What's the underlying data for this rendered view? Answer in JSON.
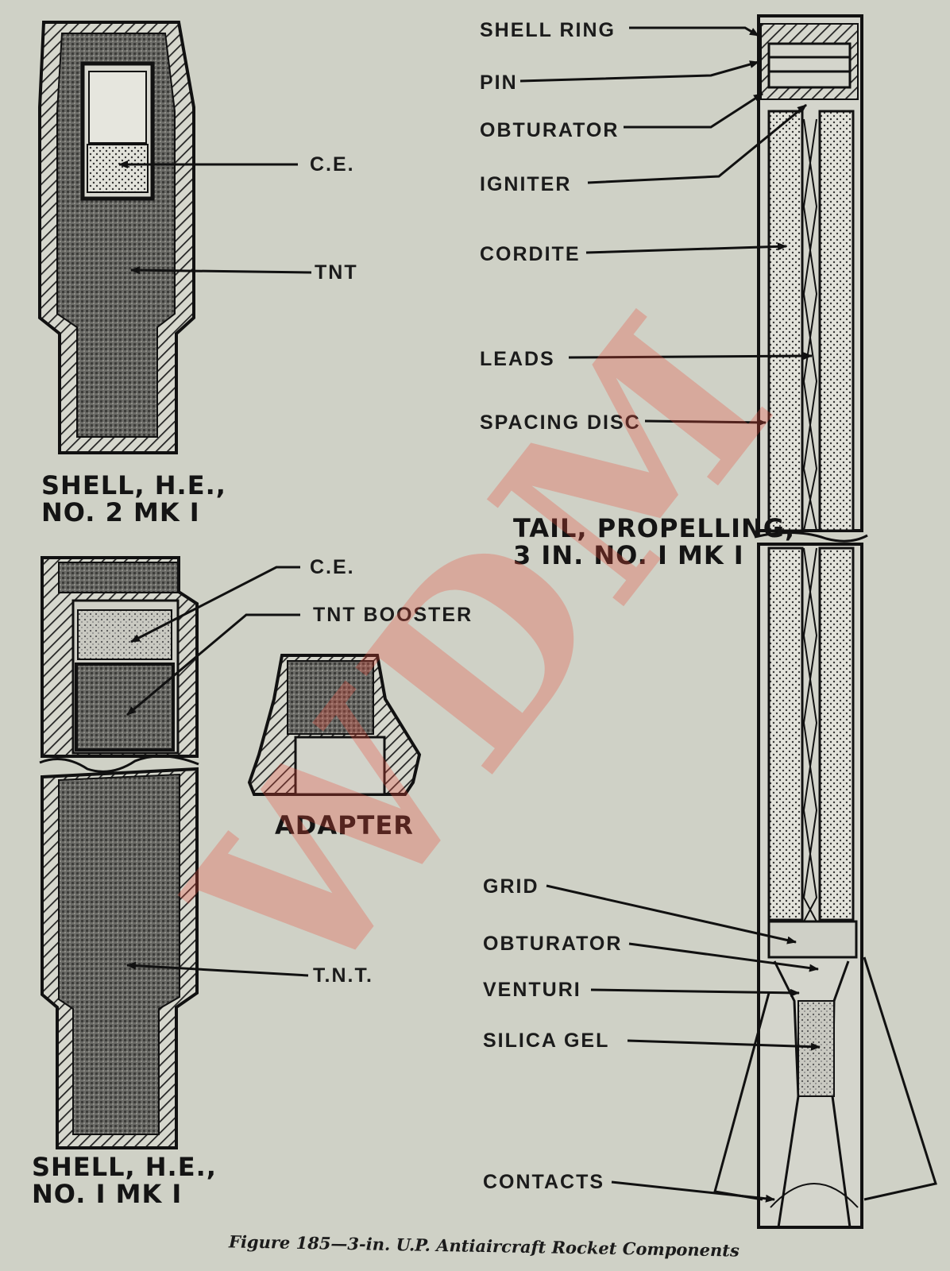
{
  "watermark": "WDM",
  "colors": {
    "paper": "#cfd1c6",
    "ink": "#1b1b1b",
    "watermark": "#eb4b3c"
  },
  "labels": {
    "shell_ring": "SHELL RING",
    "pin": "PIN",
    "obturator_top": "OBTURATOR",
    "igniter": "IGNITER",
    "cordite": "CORDITE",
    "leads": "LEADS",
    "spacing_disc": "SPACING DISC",
    "ce_top": "C.E.",
    "tnt_top": "TNT",
    "ce_bottom": "C.E.",
    "tnt_booster": "TNT BOOSTER",
    "tnt_bottom": "T.N.T.",
    "grid": "GRID",
    "obturator_bottom": "OBTURATOR",
    "venturi": "VENTURI",
    "silica_gel": "SILICA GEL",
    "contacts": "CONTACTS"
  },
  "titles": {
    "shell_no2_line1": "SHELL, H.E.,",
    "shell_no2_line2": "NO. 2  MK I",
    "shell_no1_line1": "SHELL, H.E.,",
    "shell_no1_line2": "NO. I MK I",
    "adapter": "ADAPTER",
    "tail_line1": "TAIL, PROPELLING,",
    "tail_line2": "3 IN. NO. I  MK I"
  },
  "caption": "Figure 185—3-in. U.P. Antiaircraft Rocket Components"
}
